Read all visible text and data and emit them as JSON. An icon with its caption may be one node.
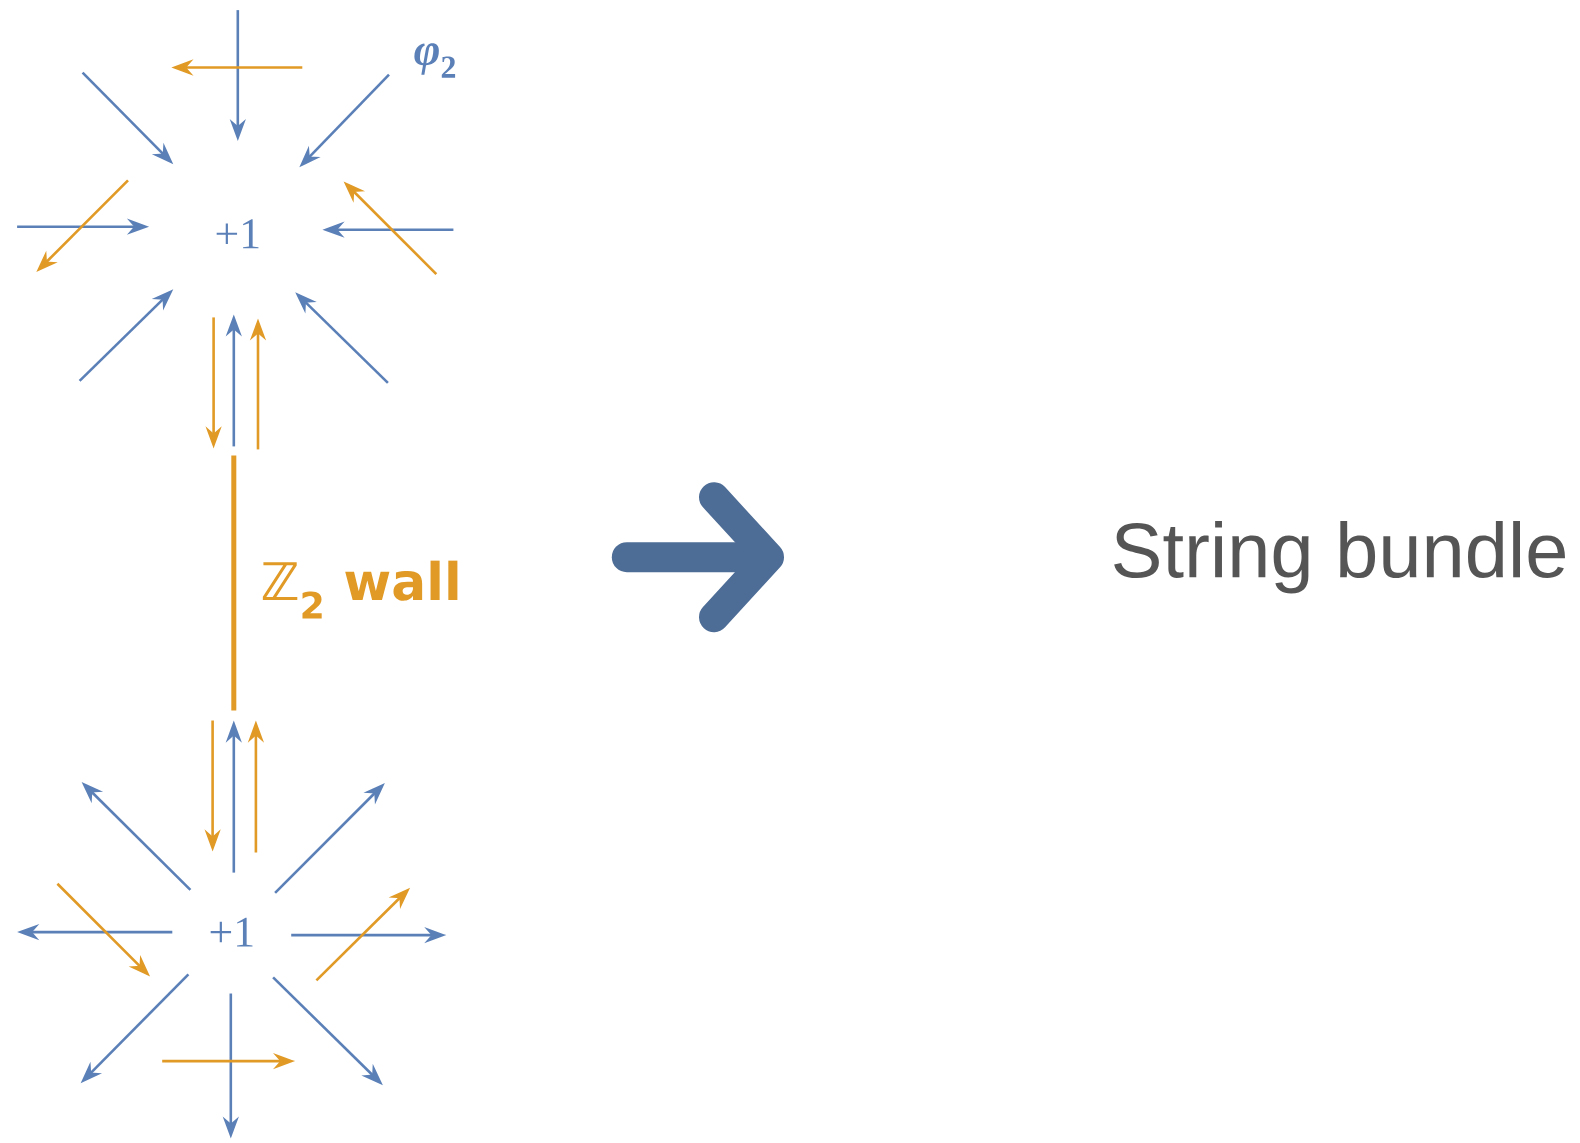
{
  "diagram": {
    "nodes": [
      {
        "text": [
          "+1"
        ]
      },
      {
        "text": [
          "+1"
        ]
      },
      {
        "text": [
          "String bundle"
        ]
      }
    ],
    "edges": [],
    "labels": [
      "*φ*$_{2}$",
      "ℤ$_{2}$ wall"
    ]
  }
}
